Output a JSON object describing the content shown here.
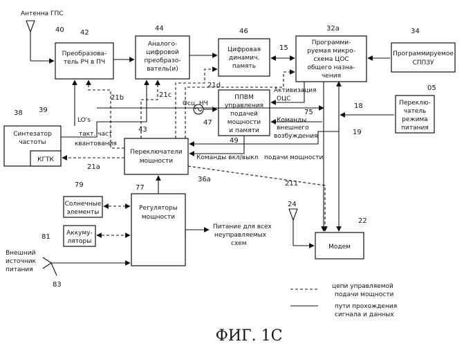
{
  "labels": {
    "antenna_gps": "Антенна ГПС",
    "num_40": "40",
    "num_42": "42",
    "num_44": "44",
    "num_46": "46",
    "num_32a": "32a",
    "num_34": "34",
    "num_15": "15",
    "num_38": "38",
    "num_39": "39",
    "num_21b": "21b",
    "num_21c": "21c",
    "num_21d": "21d",
    "num_43": "43",
    "num_05": "05",
    "num_18": "18",
    "num_19": "19",
    "num_75": "75",
    "num_47": "47",
    "num_49": "49",
    "num_21a": "21a",
    "num_36a": "36a",
    "num_211": "211",
    "num_79": "79",
    "num_77": "77",
    "num_24": "24",
    "num_22": "22",
    "num_81": "81",
    "num_83": "83",
    "los": "LO's",
    "takt_line1": "такт. част",
    "takt_line2": "квантования",
    "activation_line1": "Активизация",
    "activation_line2": "ОЦС",
    "osc_nch": "Осц. НЧ",
    "ext_cmd_line1": "Команды",
    "ext_cmd_line2": "внешнего",
    "ext_cmd_line3": "возбуждения",
    "power_cmd_left": "Команды вкл/выкл",
    "power_cmd_right": "подачи мощности",
    "power_all_line1": "Питание для всех",
    "power_all_line2": "неуправляемых",
    "power_all_line3": "схем",
    "ext_source_line1": "Внешний",
    "ext_source_line2": "источник",
    "ext_source_line3": "питания",
    "legend_dash_line1": "цепи управляемой",
    "legend_dash_line2": "подачи мощности",
    "legend_solid_line1": "пути прохождения",
    "legend_solid_line2": "сигнала и данных",
    "caption": "ФИГ. 1С"
  },
  "blocks": {
    "rf_if_line1": "Преобразова-",
    "rf_if_line2": "тель РЧ в ПЧ",
    "adc_line1": "Аналого-",
    "adc_line2": "цифровой",
    "adc_line3": "преобразо-",
    "adc_line4": "ватель(и)",
    "dmem_line1": "Цифровая",
    "dmem_line2": "динамич.",
    "dmem_line3": "память",
    "dsp_line1": "Программи-",
    "dsp_line2": "руемая микро-",
    "dsp_line3": "схема ЦОС",
    "dsp_line4": "общего назна-",
    "dsp_line5": "чения",
    "rom_line1": "Программируемое",
    "rom_line2": "СППЗУ",
    "ppvm_line1": "ППВМ",
    "ppvm_line2": "управления",
    "ppvm_line3": "подачей",
    "ppvm_line4": "мощности",
    "ppvm_line5": "и памяти",
    "mode_line1": "Переклю-",
    "mode_line2": "чатель",
    "mode_line3": "режима",
    "mode_line4": "питания",
    "synth_line1": "Синтезатор",
    "synth_line2": "частоты",
    "kgtk": "КГТК",
    "switches_line1": "Переключатели",
    "switches_line2": "мощности",
    "solar_line1": "Солнечные",
    "solar_line2": "элементы",
    "battery_line1": "Аккуму-",
    "battery_line2": "ляторы",
    "regulators_line1": "Регуляторы",
    "regulators_line2": "мощности",
    "modem": "Модем"
  }
}
